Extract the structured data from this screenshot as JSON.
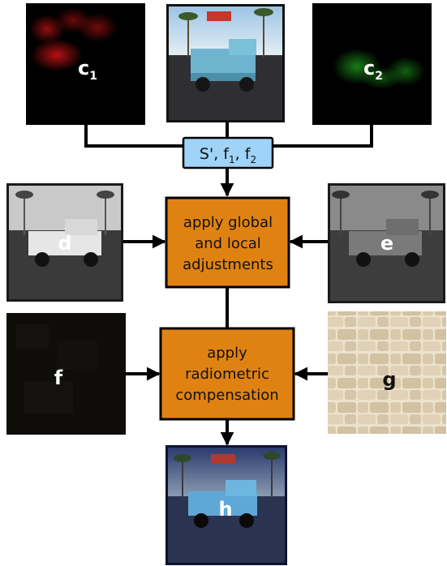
{
  "images": {
    "c1": {
      "label": "c",
      "sub": "1"
    },
    "c2": {
      "label": "c",
      "sub": "2"
    },
    "d": {
      "label": "d"
    },
    "e": {
      "label": "e"
    },
    "f": {
      "label": "f"
    },
    "g": {
      "label": "g"
    },
    "h": {
      "label": "h"
    }
  },
  "params_box": {
    "s": "S'",
    "f": "f",
    "f1_sub": "1",
    "f2_sub": "2"
  },
  "process_boxes": {
    "global_local": [
      "apply global",
      "and local",
      "adjustments"
    ],
    "radiometric": [
      "apply",
      "radiometric",
      "compensation"
    ]
  },
  "colors": {
    "process_fill": "#e08212",
    "params_fill": "#9fd3f7",
    "line": "#000000"
  }
}
